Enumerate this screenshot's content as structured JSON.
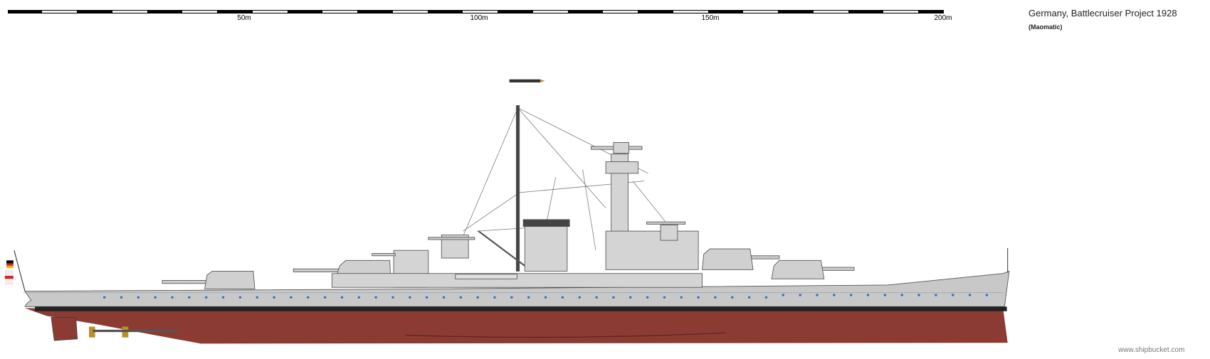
{
  "title": "Germany, Battlecruiser Project 1928",
  "author": "(Maomatic)",
  "scale": {
    "labels": [
      "50m",
      "100m",
      "150m",
      "200m"
    ]
  },
  "watermark": "www.shipbucket.com",
  "colors": {
    "hull_grey": "#c8c8c8",
    "superstructure_grey": "#d4d4d4",
    "boot_top": "#222222",
    "antifouling_red": "#8c3b33",
    "porthole_blue": "#2a6fd6",
    "propeller_bronze": "#b8902a"
  }
}
